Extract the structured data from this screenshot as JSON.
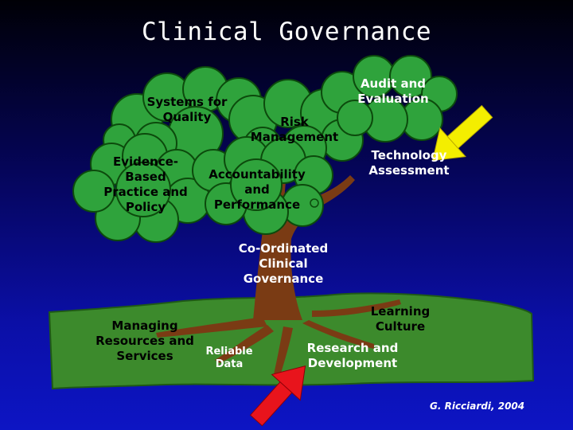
{
  "title": "Clinical Governance",
  "canopy_labels": {
    "systems_for_quality": "Systems for Quality",
    "risk_management": "Risk Management",
    "audit_and_evaluation": "Audit and Evaluation",
    "evidence_based": "Evidence-Based Practice and Policy",
    "accountability": "Accountability and Performance"
  },
  "side_labels": {
    "technology_assessment": "Technology Assessment",
    "coordinated": "Co-Ordinated Clinical Governance"
  },
  "ground_labels": {
    "learning_culture": "Learning Culture",
    "managing_resources": "Managing Resources and Services",
    "reliable_data": "Reliable Data",
    "research_development": "Research and Development"
  },
  "credit": "G. Ricciardi, 2004",
  "colors": {
    "leaf_green": "#2fa33c",
    "ground_green": "#3c8a2c",
    "trunk_brown": "#7a3b14",
    "yellow_arrow": "#f4ee00",
    "red_arrow": "#e8141c"
  }
}
